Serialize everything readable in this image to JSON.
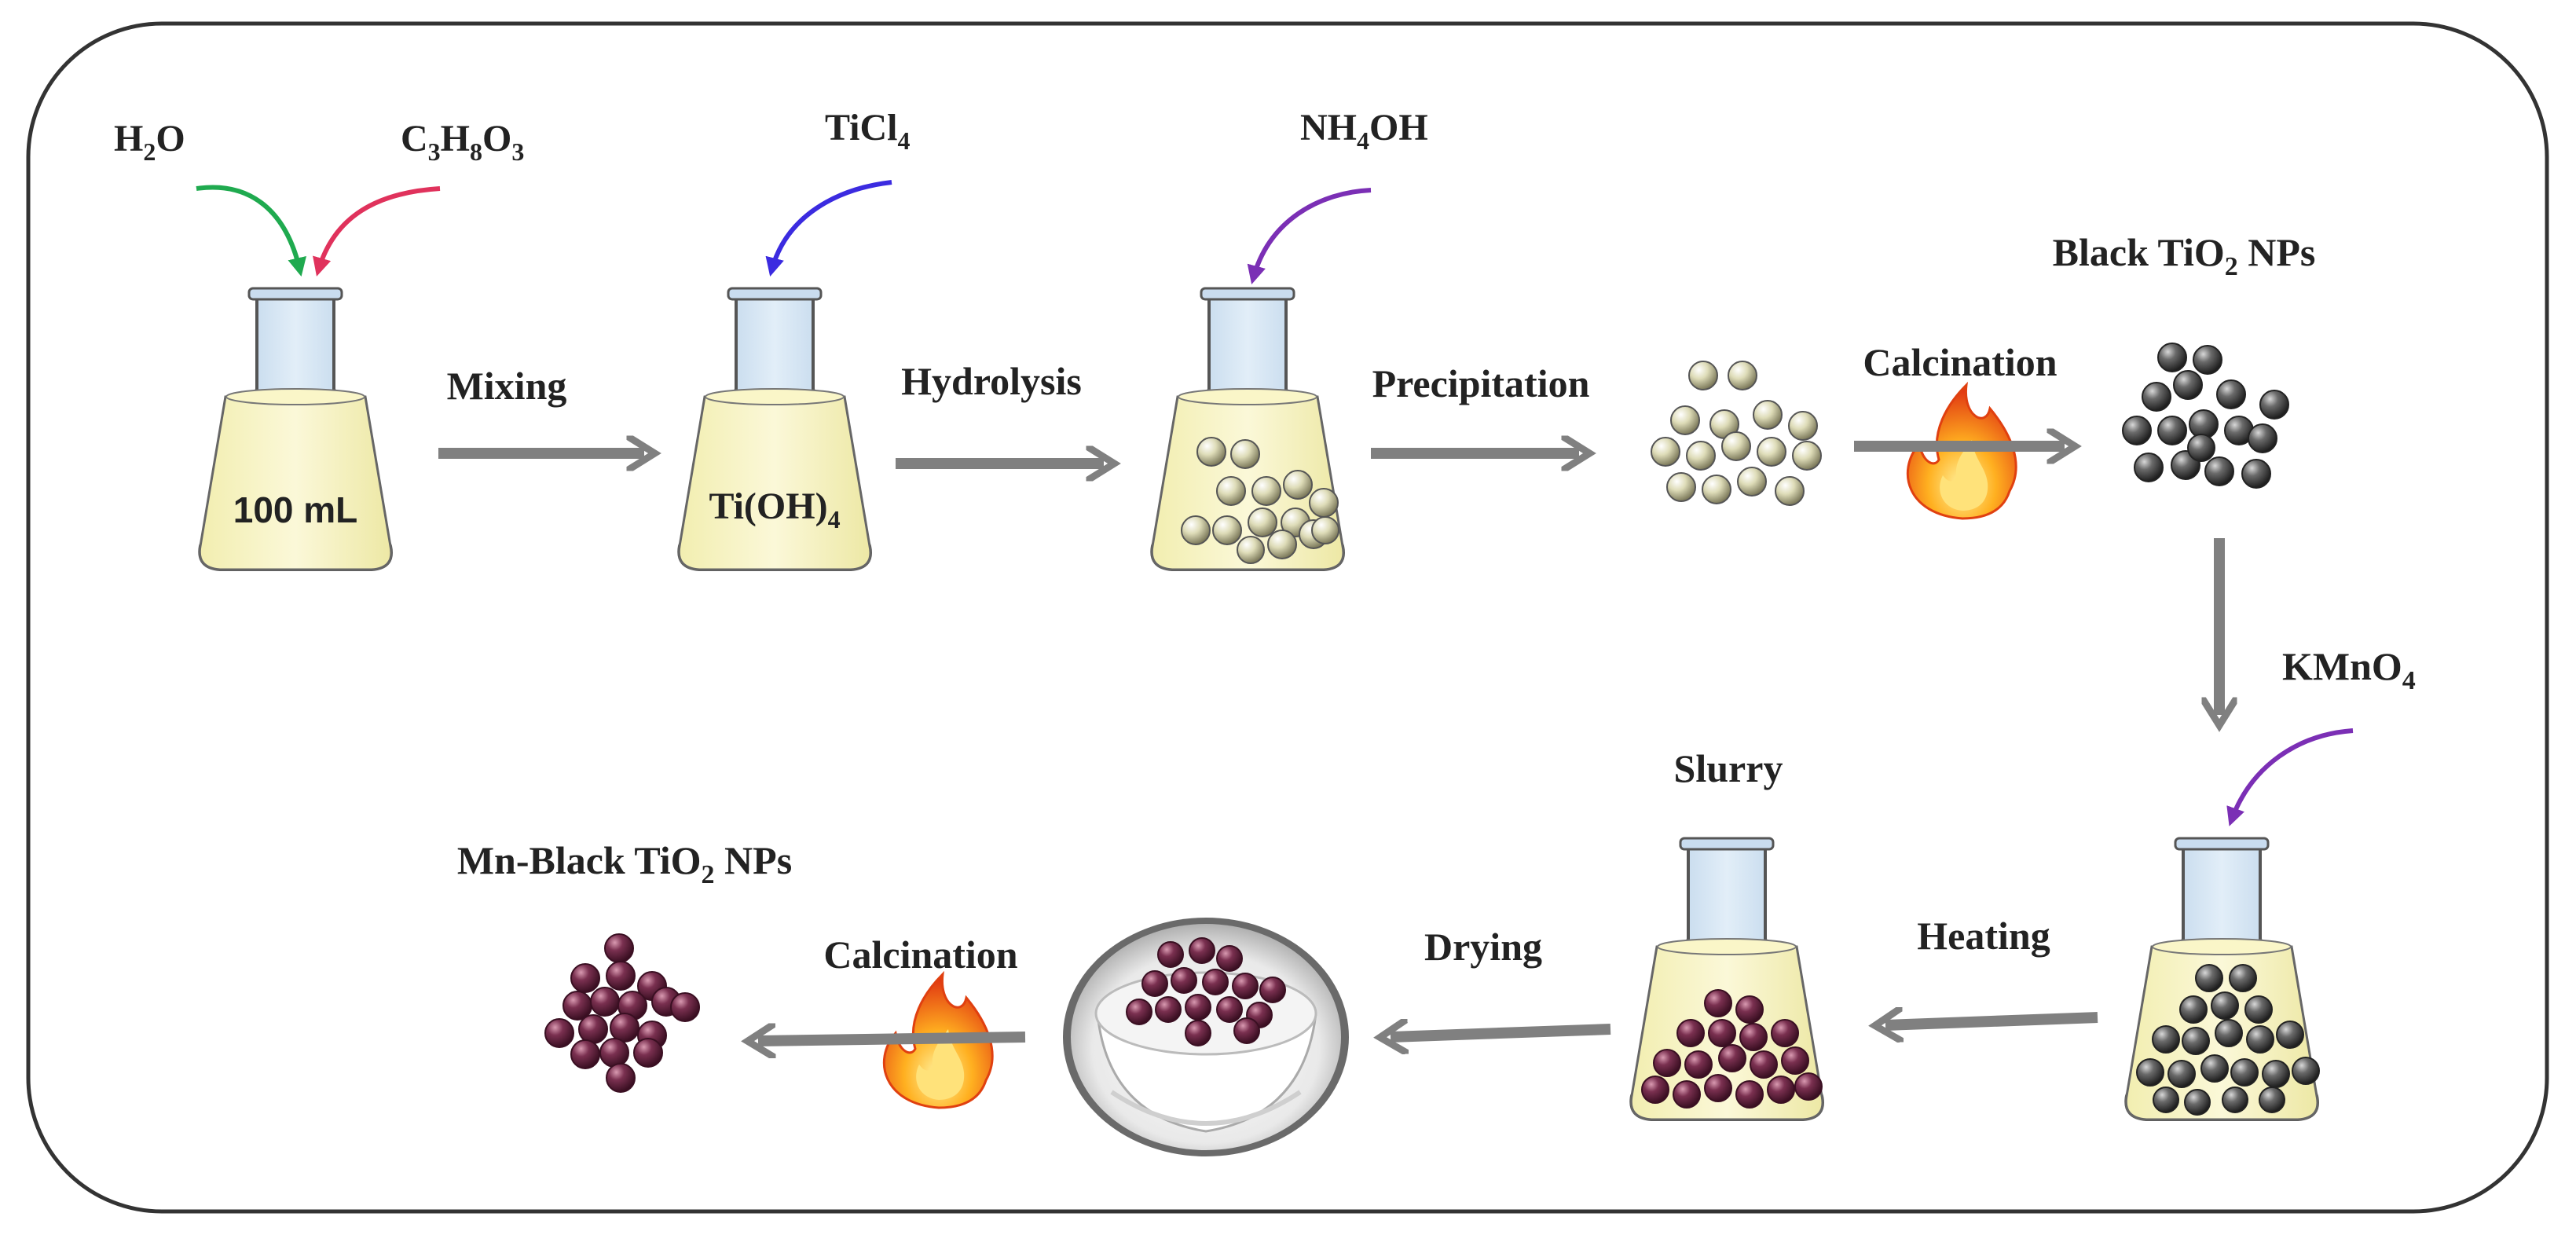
{
  "colors": {
    "frame": "#333333",
    "arrow": "#808080",
    "liquid": "#f7f3c0",
    "glass": "#b9d3ea",
    "precursor_particle": "#d8d6b0",
    "black_particle": "#505050",
    "mn_particle": "#6b2a44",
    "green_arrow": "#1faa4f",
    "pink_arrow": "#e0325c",
    "blue_arrow": "#3b2be0",
    "purple_arrow": "#7b2fb5"
  },
  "reagents": {
    "water": {
      "main": "H",
      "sub1": "2",
      "tail": "O"
    },
    "glycerol": {
      "c": "C",
      "c_n": "3",
      "h": "H",
      "h_n": "8",
      "o": "O",
      "o_n": "3"
    },
    "ticl4": {
      "main": "TiCl",
      "sub": "4"
    },
    "nh4oh": {
      "main": "NH",
      "sub": "4",
      "tail": "OH"
    },
    "kmno4": {
      "main": "KMnO",
      "sub": "4"
    }
  },
  "flask_labels": {
    "flask1": "100 mL",
    "flask2_main": "Ti(OH)",
    "flask2_sub": "4"
  },
  "steps": {
    "mixing": "Mixing",
    "hydrolysis": "Hydrolysis",
    "precipitation": "Precipitation",
    "calcination_1": "Calcination",
    "heating": "Heating",
    "drying": "Drying",
    "calcination_2": "Calcination"
  },
  "products": {
    "black_tio2": {
      "pre": "Black TiO",
      "sub": "2",
      "post": " NPs"
    },
    "slurry": "Slurry",
    "mn_black_tio2": {
      "pre": "Mn-Black TiO",
      "sub": "2",
      "post": " NPs"
    }
  },
  "icons": [
    "flask-icon",
    "flame-icon",
    "mortar-icon",
    "nanoparticle-cluster-icon"
  ]
}
